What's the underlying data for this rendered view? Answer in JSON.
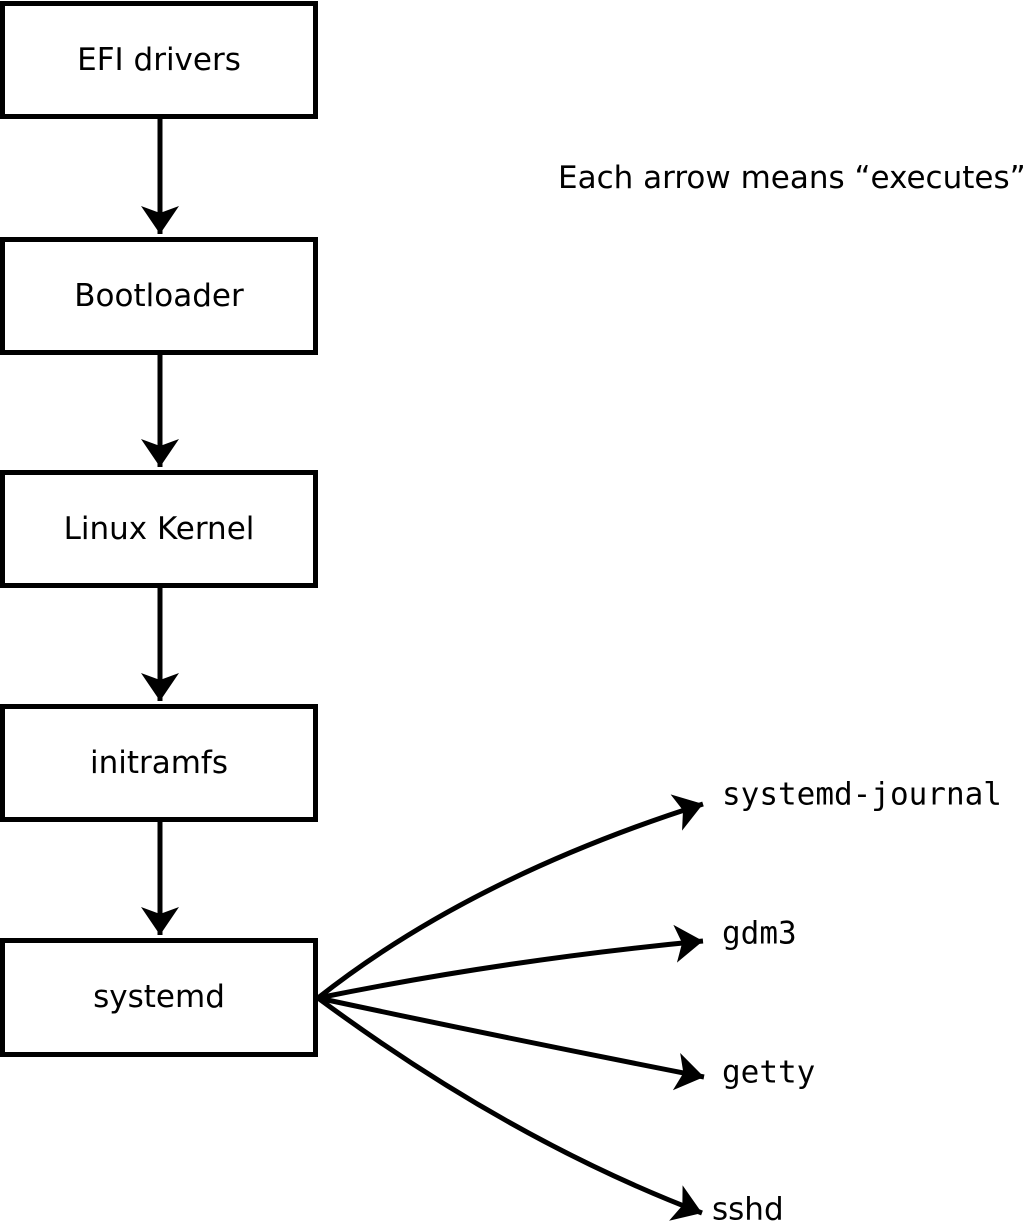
{
  "diagram": {
    "caption": "Each arrow means “executes”.",
    "chain": [
      {
        "id": "efi-drivers",
        "label": "EFI drivers"
      },
      {
        "id": "bootloader",
        "label": "Bootloader"
      },
      {
        "id": "linux-kernel",
        "label": "Linux Kernel"
      },
      {
        "id": "initramfs",
        "label": "initramfs"
      },
      {
        "id": "systemd",
        "label": "systemd"
      }
    ],
    "spawned_processes": [
      {
        "id": "systemd-journal",
        "label": "systemd-journal"
      },
      {
        "id": "gdm3",
        "label": "gdm3"
      },
      {
        "id": "getty",
        "label": "getty"
      },
      {
        "id": "sshd",
        "label": "sshd"
      }
    ],
    "edges": {
      "chain_arrows": [
        [
          "EFI drivers",
          "Bootloader"
        ],
        [
          "Bootloader",
          "Linux Kernel"
        ],
        [
          "Linux Kernel",
          "initramfs"
        ],
        [
          "initramfs",
          "systemd"
        ]
      ],
      "fan_arrows": [
        [
          "systemd",
          "systemd-journal"
        ],
        [
          "systemd",
          "gdm3"
        ],
        [
          "systemd",
          "getty"
        ],
        [
          "systemd",
          "sshd"
        ]
      ]
    },
    "colors": {
      "foreground": "#000000",
      "background": "#ffffff",
      "box_fill": "#ffffff"
    }
  }
}
